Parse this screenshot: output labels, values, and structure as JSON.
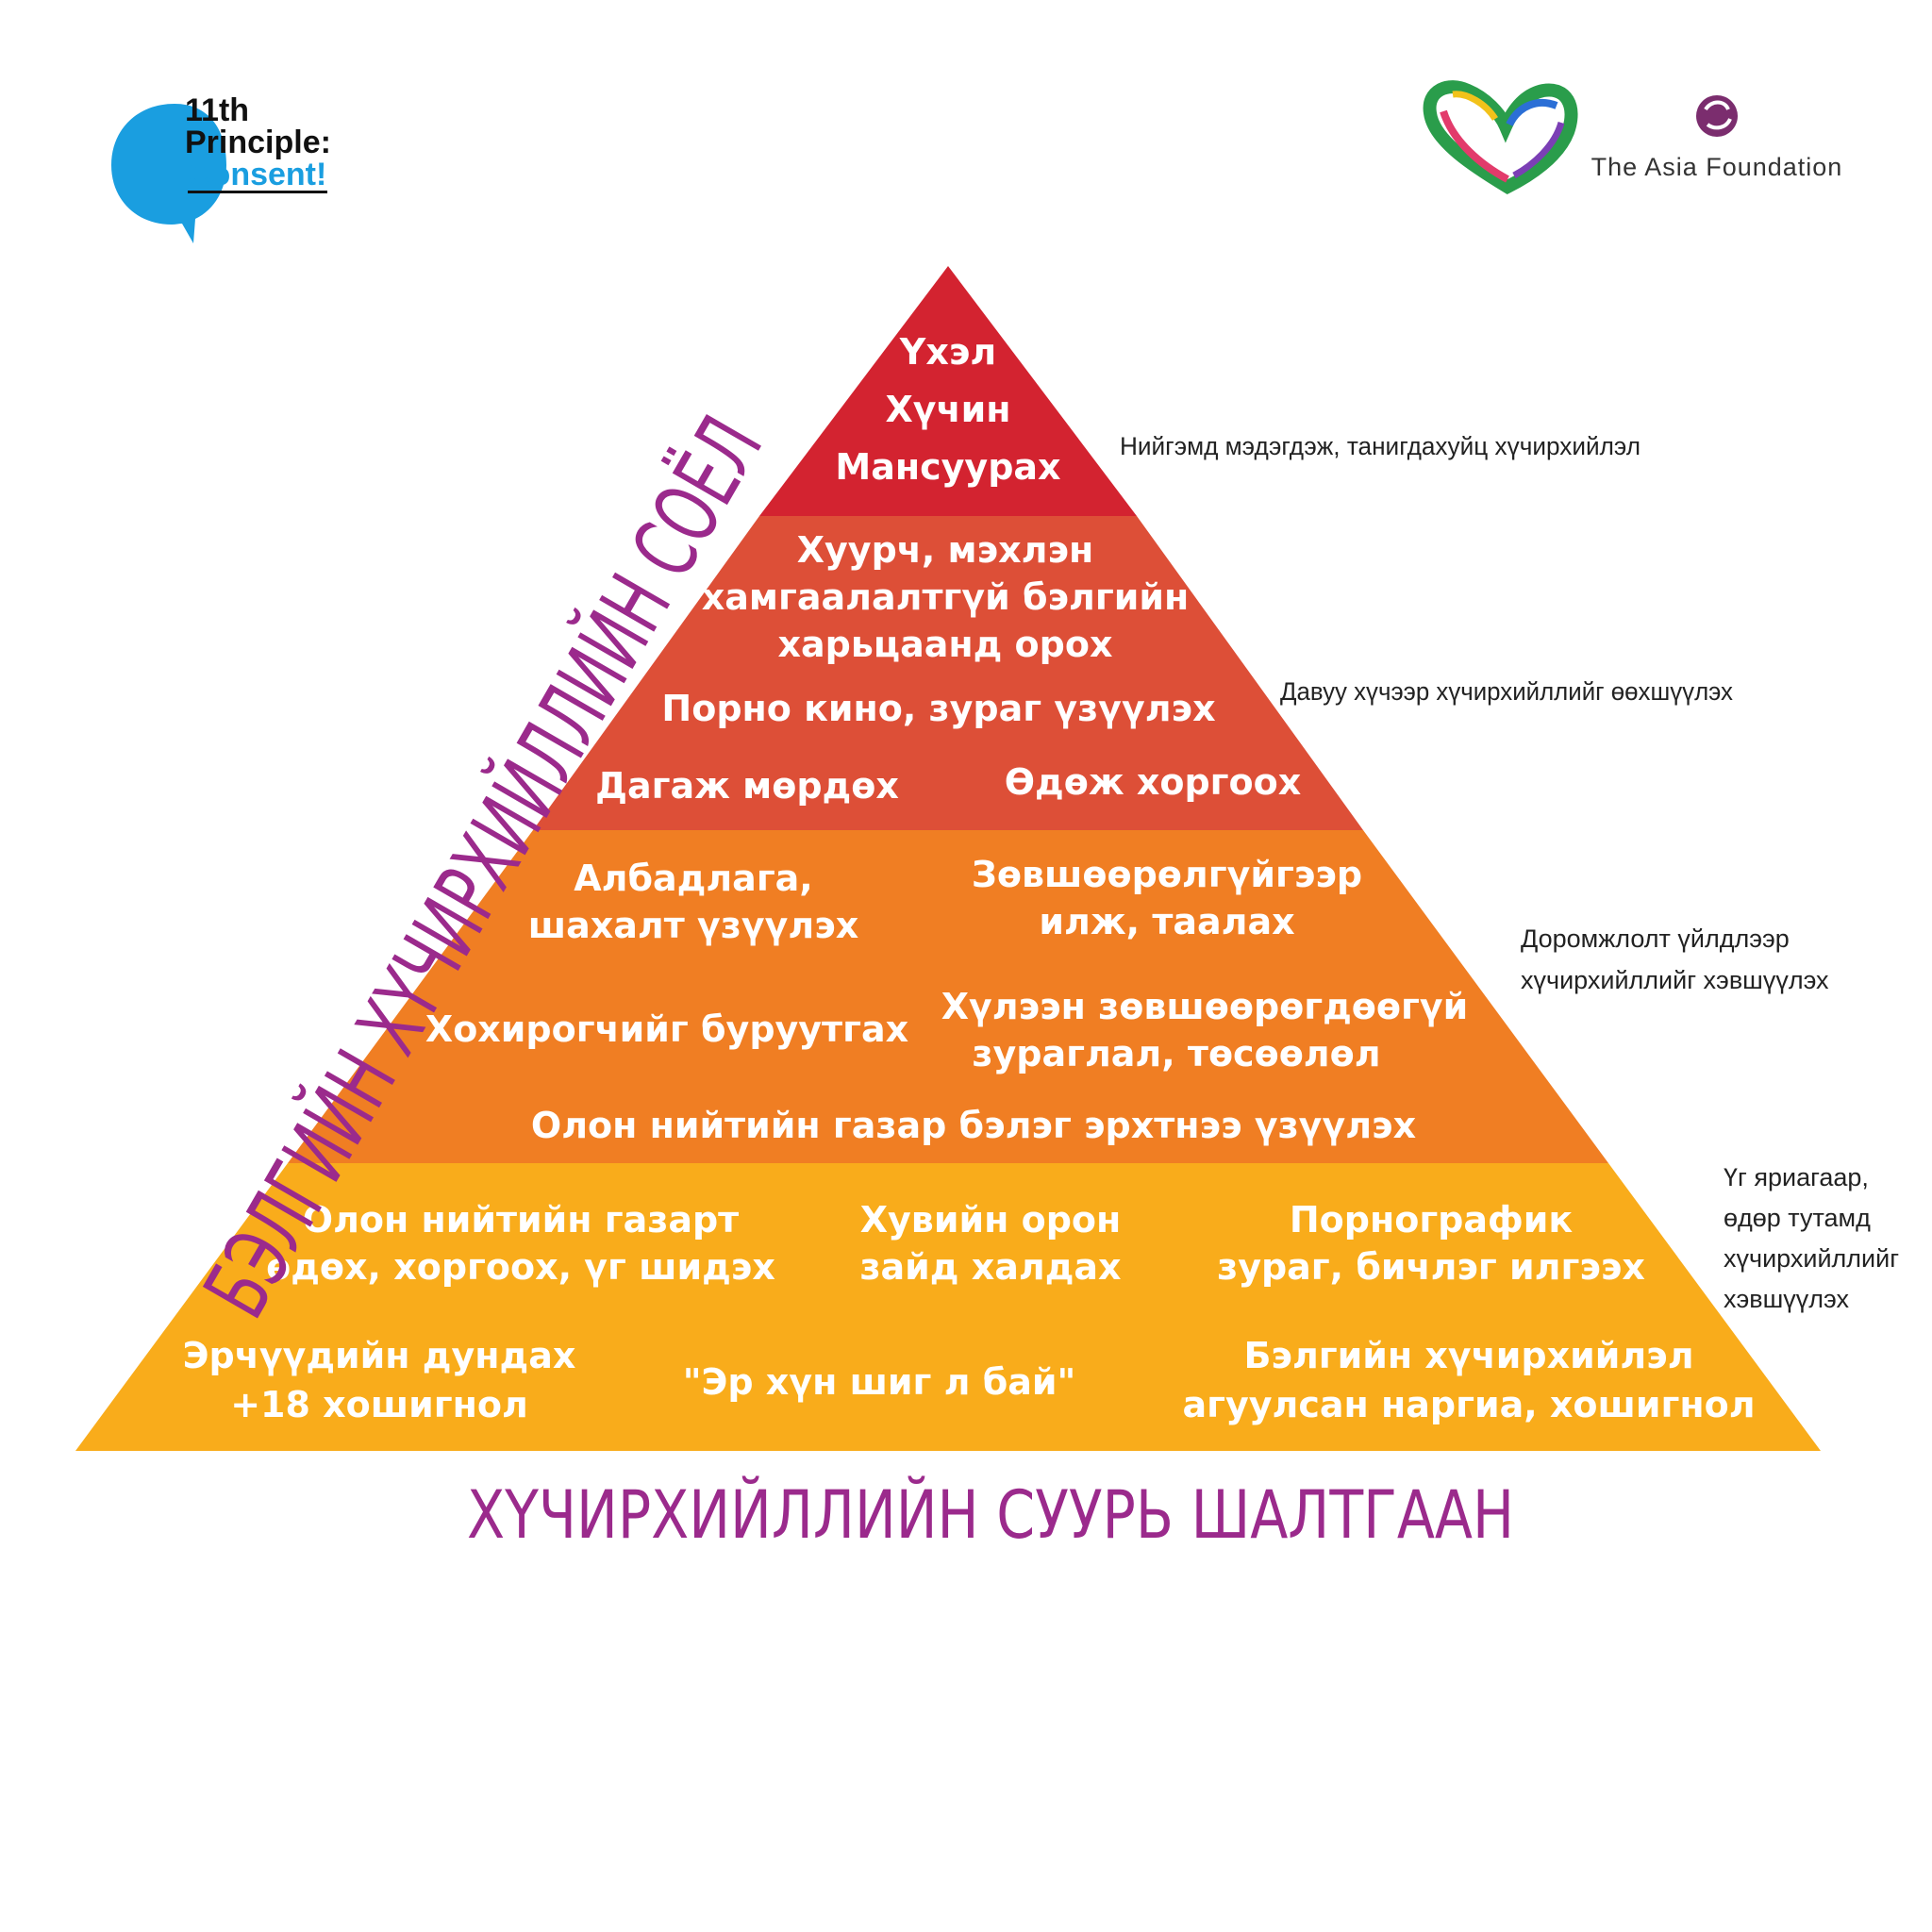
{
  "logos": {
    "left": {
      "line1": "11th",
      "line2": "Principle:",
      "line3": "Consent!"
    },
    "right": {
      "name": "The Asia Foundation"
    }
  },
  "colors": {
    "tier1": "#d32330",
    "tier2": "#dd4f37",
    "tier3": "#f07e23",
    "tier4": "#f9ac1b",
    "handwriting": "#9b2a8c",
    "logo_blue": "#1a9ee0"
  },
  "pyramid": {
    "tier1": {
      "l1": "Үхэл",
      "l2": "Хүчин",
      "l3": "Мансуурах"
    },
    "tier2": {
      "a1": "Хуурч, мэхлэн",
      "a2": "хамгаалалтгүй бэлгийн",
      "a3": "харьцаанд орох",
      "b": "Порно кино, зураг үзүүлэх",
      "c": "Дагаж мөрдөх",
      "d": "Өдөж хоргоох"
    },
    "tier3": {
      "a1": "Албадлага,",
      "a2": "шахалт үзүүлэх",
      "b1": "Зөвшөөрөлгүйгээр",
      "b2": "илж, таалах",
      "c": "Хохирогчийг буруутгах",
      "d1": "Хүлээн зөвшөөрөгдөөгүй",
      "d2": "зураглал, төсөөлөл",
      "e": "Олон нийтийн газар бэлэг эрхтнээ үзүүлэх"
    },
    "tier4": {
      "a1": "Олон нийтийн газарт",
      "a2": "өдөх, хоргоох, үг шидэх",
      "b1": "Хувийн орон",
      "b2": "зайд халдах",
      "c1": "Порнографик",
      "c2": "зураг, бичлэг илгээх",
      "d1": "Эрчүүдийн дундах",
      "d2": "+18 хошигнол",
      "e": "\"Эр хүн шиг л бай\"",
      "f1": "Бэлгийн хүчирхийлэл",
      "f2": "агуулсан наргиа, хошигнол"
    }
  },
  "side_notes": {
    "n1": "Нийгэмд мэдэгдэж, танигдахуйц хүчирхийлэл",
    "n2": "Давуу хүчээр хүчирхийллийг өөхшүүлэх",
    "n3a": "Доромжлолт үйлдлээр",
    "n3b": "хүчирхийллийг хэвшүүлэх",
    "n4a": "Үг яриагаар,",
    "n4b": "өдөр тутамд",
    "n4c": "хүчирхийллийг",
    "n4d": "хэвшүүлэх"
  },
  "handwriting": {
    "diagonal": "БЭЛГИЙН ХҮЧИРХИЙЛЛИЙН СОЁЛ",
    "bottom": "ХҮЧИРХИЙЛЛИЙН СУУРЬ ШАЛТГААН"
  }
}
